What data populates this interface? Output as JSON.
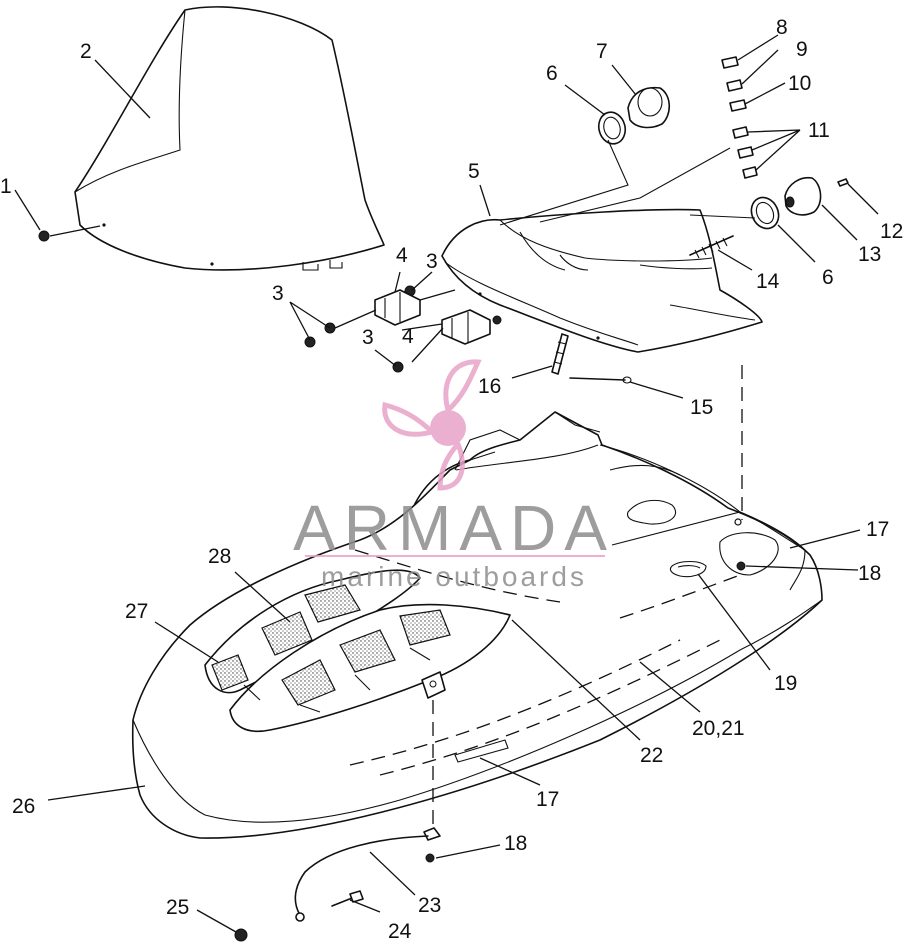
{
  "callouts": [
    "1",
    "2",
    "3",
    "3",
    "3",
    "4",
    "4",
    "5",
    "6",
    "6",
    "7",
    "8",
    "9",
    "10",
    "11",
    "12",
    "13",
    "14",
    "15",
    "16",
    "17",
    "17",
    "18",
    "18",
    "19",
    "20,21",
    "22",
    "23",
    "24",
    "25",
    "26",
    "27",
    "28"
  ],
  "watermark": {
    "brand": "ARMADA",
    "tagline": "marine outboards",
    "logo_color": "#e8a3c7",
    "text_color": "#8d8d8d"
  },
  "colors": {
    "line": "#111111",
    "background": "#ffffff"
  }
}
